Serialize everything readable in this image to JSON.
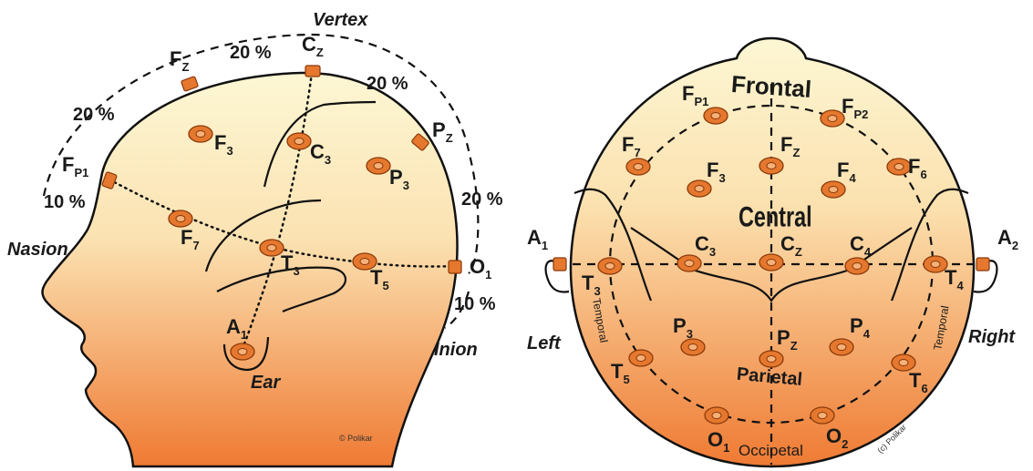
{
  "side_view": {
    "top_label": "Vertex",
    "front_label": "Nasion",
    "back_label": "Inion",
    "ear_label": "Ear",
    "percent_labels": {
      "fz_cz": "20 %",
      "cz_pz": "20 %",
      "fp1_fz": "20 %",
      "pz_o1": "20 %",
      "nasion_fp1": "10 %",
      "o1_inion": "10 %"
    },
    "electrodes": {
      "fz": {
        "main": "F",
        "sub": "Z"
      },
      "cz": {
        "main": "C",
        "sub": "Z"
      },
      "pz": {
        "main": "P",
        "sub": "Z"
      },
      "fp1": {
        "main": "F",
        "sub": "P1"
      },
      "o1": {
        "main": "O",
        "sub": "1"
      },
      "f3": {
        "main": "F",
        "sub": "3"
      },
      "c3": {
        "main": "C",
        "sub": "3"
      },
      "p3": {
        "main": "P",
        "sub": "3"
      },
      "f7": {
        "main": "F",
        "sub": "7"
      },
      "t3": {
        "main": "T",
        "sub": "3"
      },
      "t5": {
        "main": "T",
        "sub": "5"
      },
      "a1": {
        "main": "A",
        "sub": "1"
      }
    },
    "credit": "© Polikar"
  },
  "top_view": {
    "regions": {
      "frontal": "Frontal",
      "central": "Central",
      "parietal": "Parietal",
      "occipital": "Occipetal",
      "temporal_left": "Temporal",
      "temporal_right": "Temporal"
    },
    "side_left": "Left",
    "side_right": "Right",
    "electrodes": {
      "fp1": {
        "main": "F",
        "sub": "P1"
      },
      "fp2": {
        "main": "F",
        "sub": "P2"
      },
      "f7": {
        "main": "F",
        "sub": "7"
      },
      "f3": {
        "main": "F",
        "sub": "3"
      },
      "fz": {
        "main": "F",
        "sub": "Z"
      },
      "f4": {
        "main": "F",
        "sub": "4"
      },
      "f8": {
        "main": "F",
        "sub": "6"
      },
      "a1": {
        "main": "A",
        "sub": "1"
      },
      "a2": {
        "main": "A",
        "sub": "2"
      },
      "t3": {
        "main": "T",
        "sub": "3"
      },
      "c3": {
        "main": "C",
        "sub": "3"
      },
      "cz": {
        "main": "C",
        "sub": "Z"
      },
      "c4": {
        "main": "C",
        "sub": "4"
      },
      "t4": {
        "main": "T",
        "sub": "4"
      },
      "p3": {
        "main": "P",
        "sub": "3"
      },
      "pz": {
        "main": "P",
        "sub": "Z"
      },
      "p4": {
        "main": "P",
        "sub": "4"
      },
      "t5": {
        "main": "T",
        "sub": "5"
      },
      "t6": {
        "main": "T",
        "sub": "6"
      },
      "o1": {
        "main": "O",
        "sub": "1"
      },
      "o2": {
        "main": "O",
        "sub": "2"
      }
    },
    "credit": "(c) Polikar"
  },
  "colors": {
    "skin_top": "#fdf7d4",
    "skin_bottom": "#ef7a33",
    "electrode": "#e5782e",
    "electrode_edge": "#8a3a0a"
  }
}
